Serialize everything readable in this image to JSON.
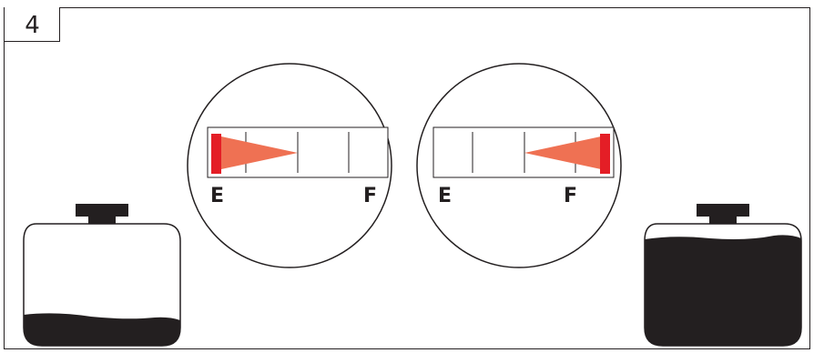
{
  "step": {
    "number": "4"
  },
  "gauges": [
    {
      "empty_label": "E",
      "full_label": "F",
      "level": 0.0
    },
    {
      "empty_label": "E",
      "full_label": "F",
      "level": 1.0
    }
  ],
  "tanks": [
    {
      "fill": "low"
    },
    {
      "fill": "full"
    }
  ],
  "colors": {
    "line": "#231f20",
    "needle": "#e41e26",
    "wedge": "#ef7153",
    "fuel": "#231f20"
  }
}
